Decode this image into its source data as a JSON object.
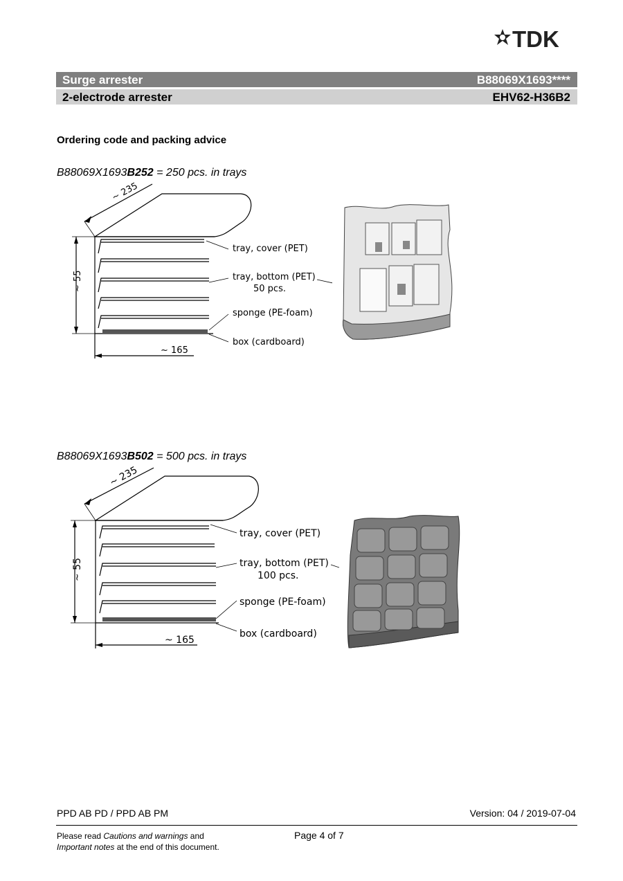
{
  "header": {
    "brand": "TDK",
    "product_category": "Surge arrester",
    "part_number": "B88069X1693****",
    "product_type": "2-electrode arrester",
    "model": "EHV62-H36B2"
  },
  "section_title": "Ordering code and packing advice",
  "packing_options": [
    {
      "code_prefix": "B88069X1693",
      "code_suffix": "B252",
      "description": " = 250 pcs. in trays",
      "dimensions": {
        "depth": "~ 235",
        "height": "~ 55",
        "width": "~ 165"
      },
      "labels": {
        "cover": "tray, cover (PET)",
        "bottom": "tray, bottom (PET)",
        "qty": "50 pcs.",
        "sponge": "sponge (PE-foam)",
        "box": "box (cardboard)"
      }
    },
    {
      "code_prefix": "B88069X1693",
      "code_suffix": "B502",
      "description": " = 500 pcs. in trays",
      "dimensions": {
        "depth": "~ 235",
        "height": "~ 55",
        "width": "~ 165"
      },
      "labels": {
        "cover": "tray, cover (PET)",
        "bottom": "tray, bottom (PET)",
        "qty": "100 pcs.",
        "sponge": "sponge (PE-foam)",
        "box": "box (cardboard)"
      }
    }
  ],
  "footer": {
    "department": "PPD AB PD / PPD AB PM",
    "version": "Version: 04 / 2019-07-04",
    "note_prefix": "Please read ",
    "note_cautions": "Cautions and warnings",
    "note_and": " and",
    "note_important": "Important notes",
    "note_suffix": " at the end of this document.",
    "page": "Page 4 of 7"
  }
}
